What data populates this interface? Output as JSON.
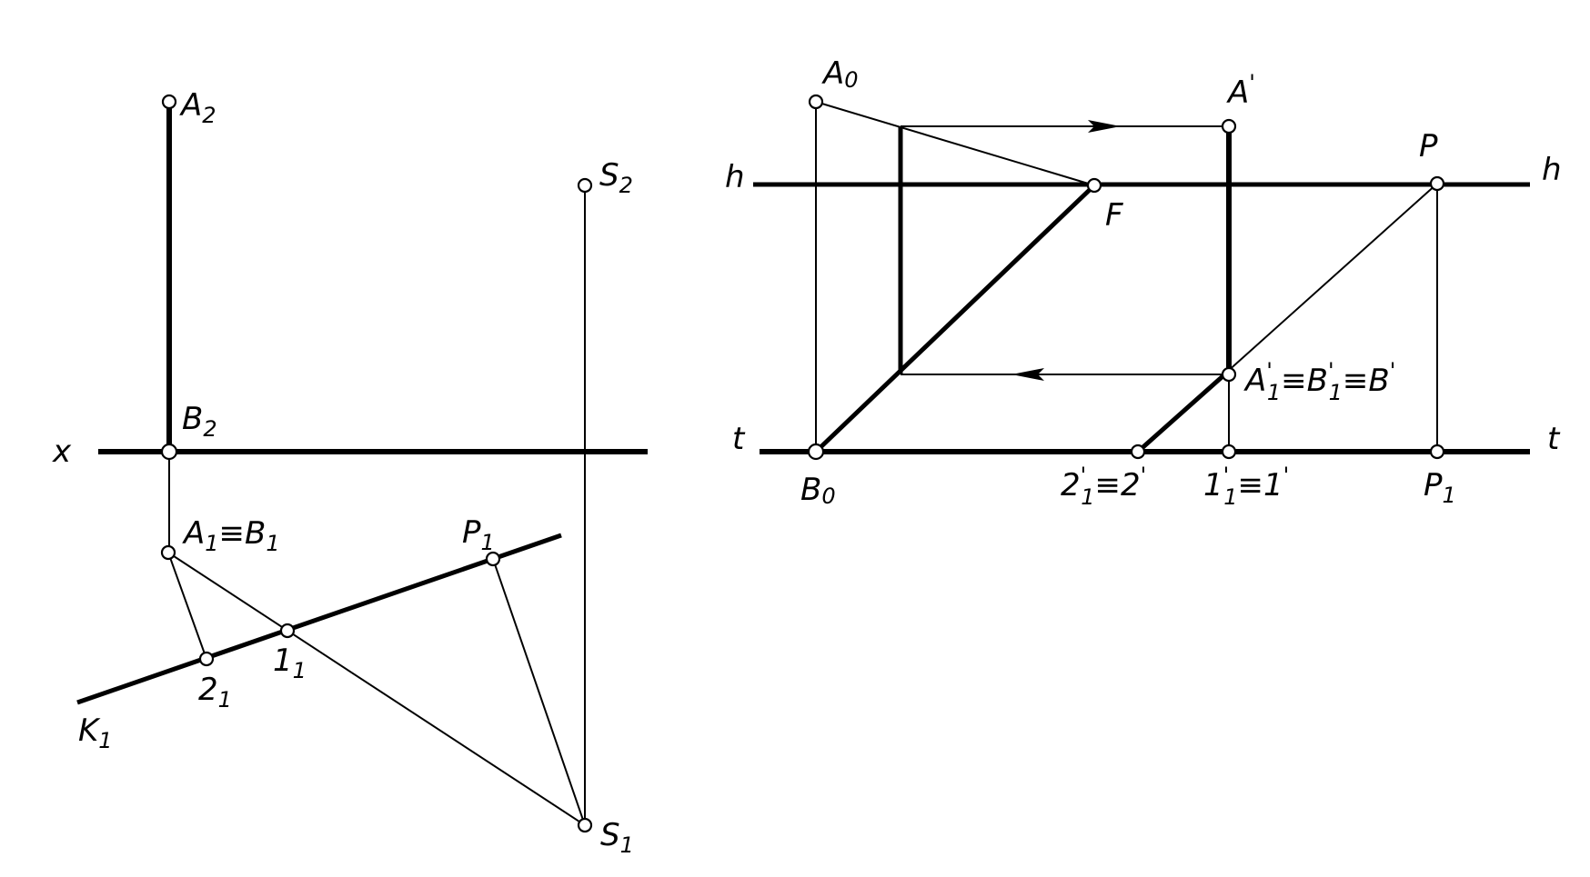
{
  "left_figure": {
    "labels": {
      "A2": {
        "main": "A",
        "sub": "2"
      },
      "S2": {
        "main": "S",
        "sub": "2"
      },
      "B2": {
        "main": "B",
        "sub": "2"
      },
      "X": {
        "main": "x"
      },
      "A1B1": {
        "main": "A",
        "sub": "1",
        "mid": "≡B",
        "sub2": "1"
      },
      "P1": {
        "main": "P",
        "sub": "1"
      },
      "one1": {
        "main": "1",
        "sub": "1"
      },
      "two1": {
        "main": "2",
        "sub": "1"
      },
      "K1": {
        "main": "K",
        "sub": "1"
      },
      "S1": {
        "main": "S",
        "sub": "1"
      }
    }
  },
  "right_figure": {
    "labels": {
      "A0": {
        "main": "A",
        "sub": "0"
      },
      "Aprime": {
        "main": "A",
        "sup": "'"
      },
      "h_left": {
        "main": "h"
      },
      "h_right": {
        "main": "h"
      },
      "P": {
        "main": "P"
      },
      "F": {
        "main": "F"
      },
      "A1pB1pBp": {
        "main": "A",
        "sup": "'",
        "sub": "1",
        "mid1": "≡B",
        "sup2": "'",
        "sub2": "1",
        "mid2": "≡B",
        "sup3": "'"
      },
      "t_left": {
        "main": "t"
      },
      "t_right": {
        "main": "t"
      },
      "B0": {
        "main": "B",
        "sub": "0"
      },
      "two1p": {
        "main": "2",
        "sup": "'",
        "sub": "1",
        "mid": "≡2",
        "sup2": "'"
      },
      "one1p": {
        "main": "1",
        "sup": "'",
        "sub": "1",
        "mid": "≡1",
        "sup2": "'"
      },
      "P1": {
        "main": "P",
        "sub": "1"
      }
    }
  }
}
